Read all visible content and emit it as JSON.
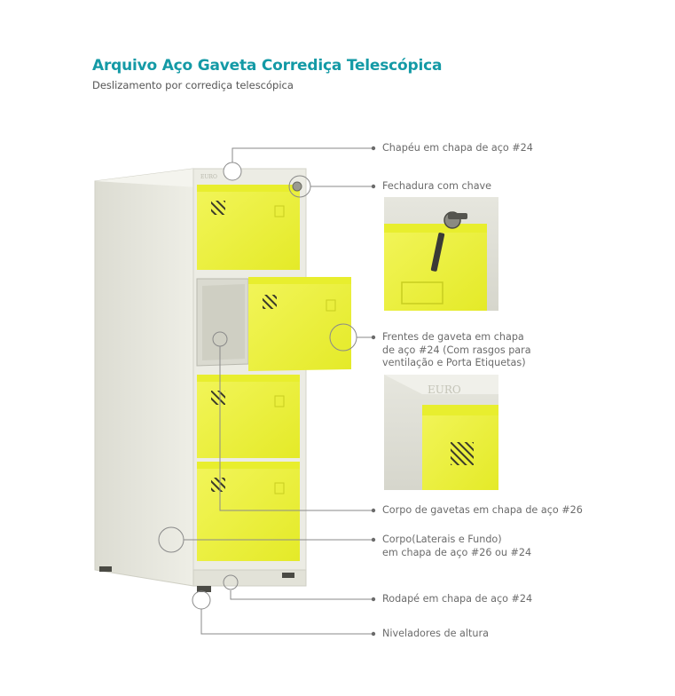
{
  "header": {
    "title": "Arquivo Aço Gaveta Corrediça Telescópica",
    "subtitle": "Deslizamento por corrediça telescópica"
  },
  "product": {
    "brand_logo": "EURO",
    "colors": {
      "body": "#e9e9df",
      "drawer_front": "#eef23a",
      "title": "#149aa6",
      "callout_line": "#8a8a8a"
    }
  },
  "callouts": [
    {
      "id": "chapeu",
      "lines": [
        "Chapéu em chapa de aço #24"
      ]
    },
    {
      "id": "fechadura",
      "lines": [
        "Fechadura com chave"
      ]
    },
    {
      "id": "frentes",
      "lines": [
        "Frentes de gaveta em chapa",
        "de aço #24 (Com rasgos para",
        "ventilação e Porta Etiquetas)"
      ]
    },
    {
      "id": "corpo-gavetas",
      "lines": [
        "Corpo de gavetas em chapa de aço #26"
      ]
    },
    {
      "id": "corpo",
      "lines": [
        "Corpo(Laterais e Fundo)",
        "em chapa de aço #26 ou #24"
      ]
    },
    {
      "id": "rodape",
      "lines": [
        "Rodapé em chapa de aço #24"
      ]
    },
    {
      "id": "niveladores",
      "lines": [
        "Niveladores de altura"
      ]
    }
  ],
  "detail_photos": [
    {
      "id": "lock-detail",
      "subject": "key-lock"
    },
    {
      "id": "vent-detail",
      "subject": "ventilation-slots"
    }
  ]
}
